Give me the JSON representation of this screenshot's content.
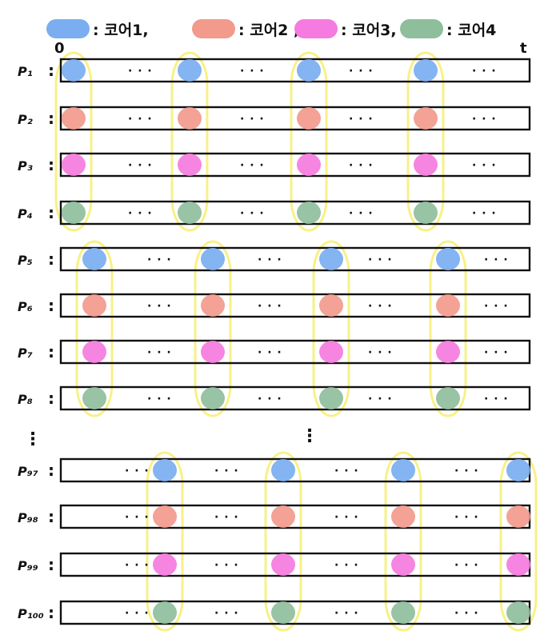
{
  "legend": [
    {
      "label": ": 코어1,",
      "color": "#7aaef0"
    },
    {
      "label": ": 코어2 ,",
      "color": "#f29a8c"
    },
    {
      "label": ": 코어3,",
      "color": "#f57be0"
    },
    {
      "label": ": 코어4",
      "color": "#8fbe9c"
    }
  ],
  "axis": {
    "start": "0",
    "end": "t"
  },
  "ellipsis": "· · ·",
  "vdots": "⋮",
  "highlight_color": "#f6f07a",
  "groups": [
    {
      "rows": [
        {
          "label": "P₁",
          "core": 0
        },
        {
          "label": "P₂",
          "core": 1
        },
        {
          "label": "P₃",
          "core": 2
        },
        {
          "label": "P₄",
          "core": 3
        }
      ]
    },
    {
      "rows": [
        {
          "label": "P₅",
          "core": 0
        },
        {
          "label": "P₆",
          "core": 1
        },
        {
          "label": "P₇",
          "core": 2
        },
        {
          "label": "P₈",
          "core": 3
        }
      ]
    },
    {
      "rows": [
        {
          "label": "P₉₇",
          "core": 0
        },
        {
          "label": "P₉₈",
          "core": 1
        },
        {
          "label": "P₉₉",
          "core": 2
        },
        {
          "label": "P₁₀₀",
          "core": 3
        }
      ]
    }
  ]
}
